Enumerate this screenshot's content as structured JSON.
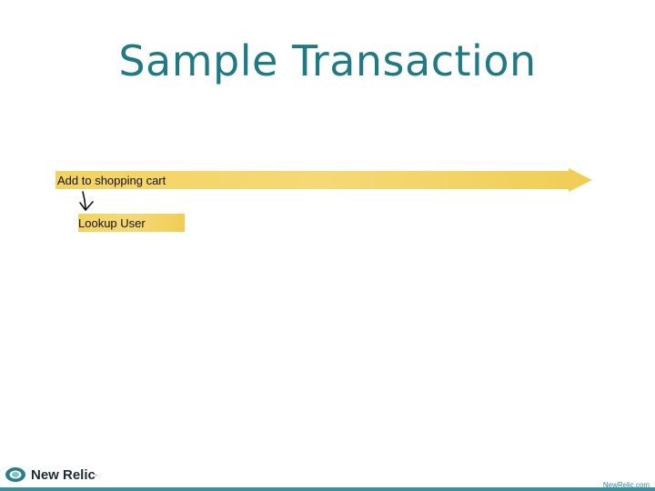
{
  "title": "Sample Transaction",
  "diagram": {
    "spans": [
      {
        "label": "Add to shopping cart"
      },
      {
        "label": "Lookup User"
      }
    ],
    "colors": {
      "bar": "#f2d05a",
      "arrow": "#111111"
    }
  },
  "footer": {
    "logo_text": "New Relic",
    "logo_reg": ".",
    "site": "NewRelic.com"
  }
}
